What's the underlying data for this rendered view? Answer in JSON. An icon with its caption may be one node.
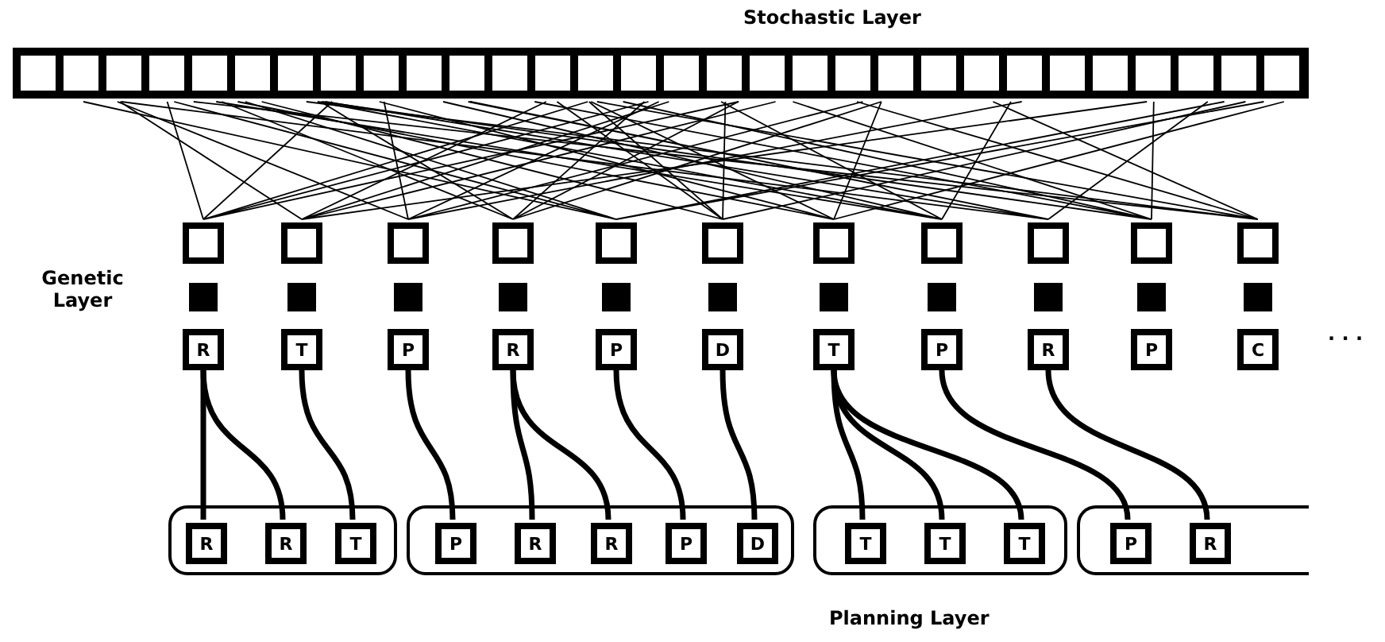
{
  "diagram": {
    "nodes": [
      {
        "text": [
          "Stochastic Layer"
        ]
      },
      {
        "text": [],
        "shape": "box"
      },
      {
        "text": [],
        "shape": "box"
      },
      {
        "text": [],
        "shape": "box"
      },
      {
        "text": [],
        "shape": "box"
      },
      {
        "text": [],
        "shape": "box"
      },
      {
        "text": [],
        "shape": "box"
      },
      {
        "text": [],
        "shape": "box"
      },
      {
        "text": [],
        "shape": "box"
      },
      {
        "text": [],
        "shape": "box"
      },
      {
        "text": [],
        "shape": "box"
      },
      {
        "text": [],
        "shape": "box"
      },
      {
        "text": [],
        "shape": "box"
      },
      {
        "text": [],
        "shape": "box"
      },
      {
        "text": [],
        "shape": "box"
      },
      {
        "text": [],
        "shape": "box"
      },
      {
        "text": [],
        "shape": "box"
      },
      {
        "text": [],
        "shape": "box"
      },
      {
        "text": [],
        "shape": "box"
      },
      {
        "text": [],
        "shape": "box"
      },
      {
        "text": [],
        "shape": "box"
      },
      {
        "text": [],
        "shape": "box"
      },
      {
        "text": [],
        "shape": "box"
      },
      {
        "text": [
          "R"
        ]
      },
      {
        "text": [
          "T"
        ]
      },
      {
        "text": [
          "P"
        ]
      },
      {
        "text": [
          "R"
        ]
      },
      {
        "text": [
          "P"
        ]
      },
      {
        "text": [
          "D"
        ]
      },
      {
        "text": [
          "T"
        ]
      },
      {
        "text": [
          "P"
        ]
      },
      {
        "text": [
          "R"
        ]
      },
      {
        "text": [
          "P"
        ]
      },
      {
        "text": [
          "C"
        ]
      },
      {
        "text": [],
        "shape": "box"
      },
      {
        "text": [],
        "shape": "box"
      },
      {
        "text": [],
        "shape": "box"
      },
      {
        "text": [],
        "shape": "box"
      },
      {
        "text": [
          "R"
        ],
        "in": 34
      },
      {
        "text": [
          "R"
        ],
        "in": 34
      },
      {
        "text": [
          "T"
        ],
        "in": 34
      },
      {
        "text": [
          "P"
        ],
        "in": 35
      },
      {
        "text": [
          "R"
        ],
        "in": 35
      },
      {
        "text": [
          "R"
        ],
        "in": 35
      },
      {
        "text": [
          "P"
        ],
        "in": 35
      },
      {
        "text": [
          "D"
        ],
        "in": 35
      },
      {
        "text": [
          "T"
        ],
        "in": 36
      },
      {
        "text": [
          "T"
        ],
        "in": 36
      },
      {
        "text": [
          "T"
        ],
        "in": 36
      },
      {
        "text": [
          "P"
        ],
        "in": 37
      },
      {
        "text": [
          "R"
        ],
        "in": 37
      }
    ],
    "edges": [
      {
        "from": 0,
        "to": 1,
        "arrow": "none"
      },
      {
        "from": 0,
        "to": 2,
        "arrow": "none"
      },
      {
        "from": 0,
        "to": 3,
        "arrow": "none"
      },
      {
        "from": 0,
        "to": 4,
        "arrow": "none"
      },
      {
        "from": 0,
        "to": 5,
        "arrow": "none"
      },
      {
        "from": 0,
        "to": 6,
        "arrow": "none"
      },
      {
        "from": 0,
        "to": 7,
        "arrow": "none"
      },
      {
        "from": 0,
        "to": 8,
        "arrow": "none"
      },
      {
        "from": 0,
        "to": 9,
        "arrow": "none"
      },
      {
        "from": 0,
        "to": 10,
        "arrow": "none"
      },
      {
        "from": 0,
        "to": 11,
        "arrow": "none"
      },
      {
        "from": 23,
        "to": 38,
        "arrow": "none"
      },
      {
        "from": 23,
        "to": 39,
        "arrow": "none"
      },
      {
        "from": 24,
        "to": 40,
        "arrow": "none"
      },
      {
        "from": 25,
        "to": 41,
        "arrow": "none"
      },
      {
        "from": 26,
        "to": 42,
        "arrow": "none"
      },
      {
        "from": 26,
        "to": 43,
        "arrow": "none"
      },
      {
        "from": 27,
        "to": 44,
        "arrow": "none"
      },
      {
        "from": 28,
        "to": 45,
        "arrow": "none"
      },
      {
        "from": 29,
        "to": 46,
        "arrow": "none"
      },
      {
        "from": 29,
        "to": 47,
        "arrow": "none"
      },
      {
        "from": 29,
        "to": 48,
        "arrow": "none"
      },
      {
        "from": 30,
        "to": 49,
        "arrow": "none"
      },
      {
        "from": 31,
        "to": 50,
        "arrow": "none"
      }
    ],
    "labels": [
      "Genetic Layer",
      "· · ·",
      "Planning Layer"
    ]
  }
}
